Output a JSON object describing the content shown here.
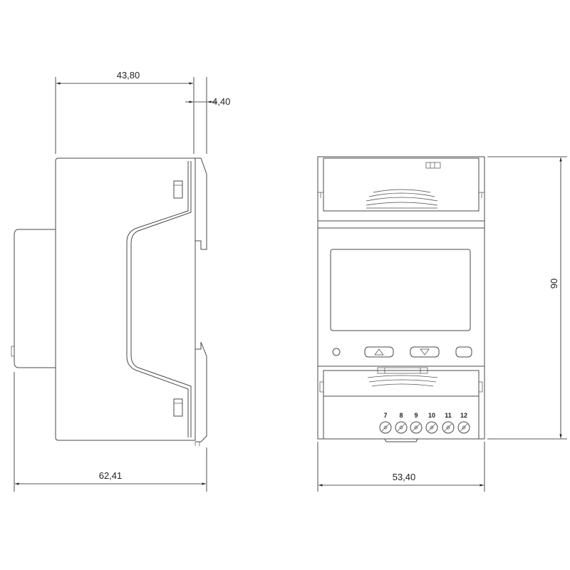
{
  "dimensions": {
    "side_depth_top": "43,80",
    "rail_offset": "4,40",
    "side_depth_total": "62,41",
    "front_width": "53,40",
    "height": "90"
  },
  "terminals": [
    "7",
    "8",
    "9",
    "10",
    "11",
    "12"
  ],
  "buttons": [
    {
      "name": "up-button",
      "symbol": "up-triangle-icon"
    },
    {
      "name": "down-button",
      "symbol": "down-triangle-icon"
    },
    {
      "name": "enter-button",
      "symbol": "blank"
    }
  ]
}
